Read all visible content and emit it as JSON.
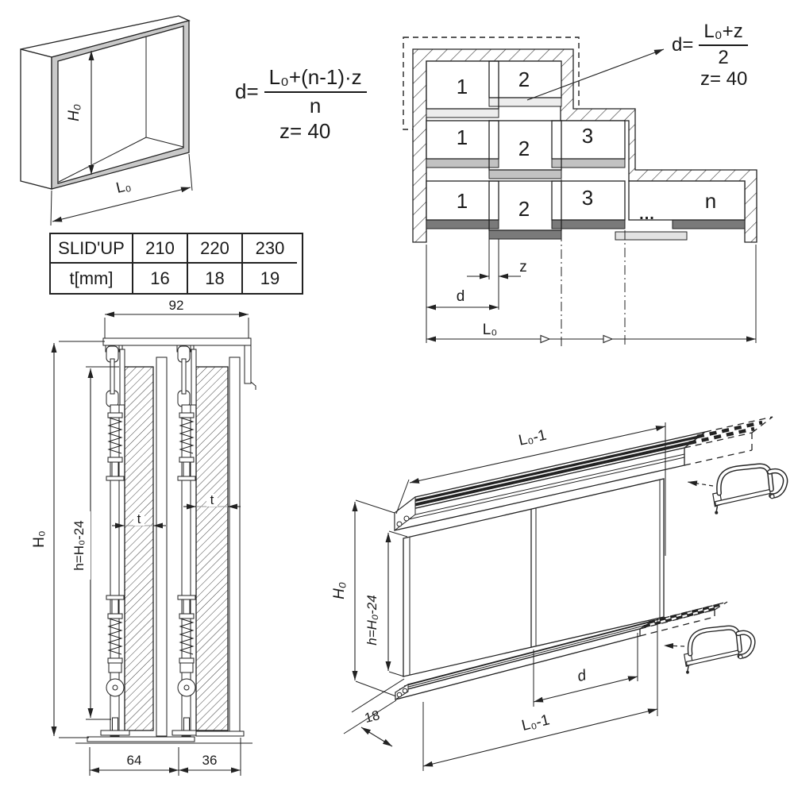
{
  "colors": {
    "line": "#222222",
    "bar_light": "#ededed",
    "bar_mid": "#c2c2c2",
    "bar_dark": "#7a7a7a",
    "bar_soft": "#e2e2e2",
    "cabinet_edge": "#c9c9c9"
  },
  "cabinet": {
    "height_label": "H₀",
    "width_label": "L₀"
  },
  "formulas": {
    "multi": {
      "lhs": "d=",
      "numerator": "L₀+(n-1)·z",
      "denominator": "n",
      "z_value": "z= 40"
    },
    "two": {
      "lhs": "d=",
      "numerator": "L₀+z",
      "denominator": "2",
      "z_value": "z= 40"
    }
  },
  "plan": {
    "rows": [
      {
        "panels": [
          "1",
          "2"
        ]
      },
      {
        "panels": [
          "1",
          "2",
          "3"
        ]
      },
      {
        "panels": [
          "1",
          "2",
          "3",
          "...",
          "n"
        ]
      }
    ],
    "dims": {
      "z": "z",
      "d": "d",
      "total": "L₀"
    }
  },
  "table": {
    "rows": [
      [
        "SLID'UP",
        "210",
        "220",
        "230"
      ],
      [
        "t[mm]",
        "16",
        "18",
        "19"
      ]
    ]
  },
  "section": {
    "dims": {
      "track_width": "92",
      "overall_height": "H₀",
      "door_height": "h=H₀-24",
      "thickness_left": "t",
      "thickness_right": "t",
      "bottom_inner": "64",
      "bottom_outer": "36"
    }
  },
  "assembly": {
    "dims": {
      "top_track_length": "L₀-1",
      "overall_height": "H₀",
      "door_height": "h=H₀-24",
      "door_width": "d",
      "bottom_track_length": "L₀-1",
      "track_offset": "18"
    }
  }
}
